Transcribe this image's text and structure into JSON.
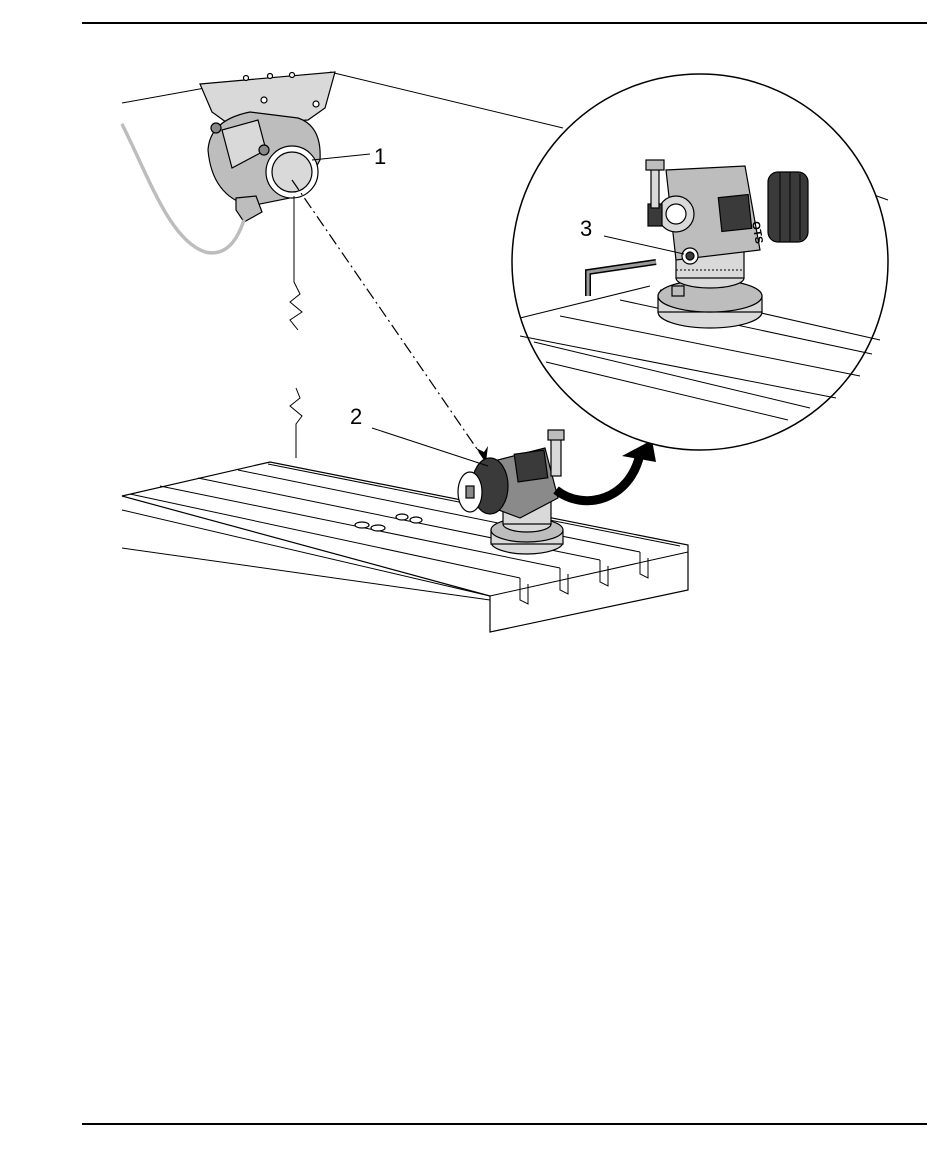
{
  "callouts": {
    "one": "1",
    "two": "2",
    "three": "3"
  },
  "device_text": {
    "brand_on_body": "OTS"
  }
}
